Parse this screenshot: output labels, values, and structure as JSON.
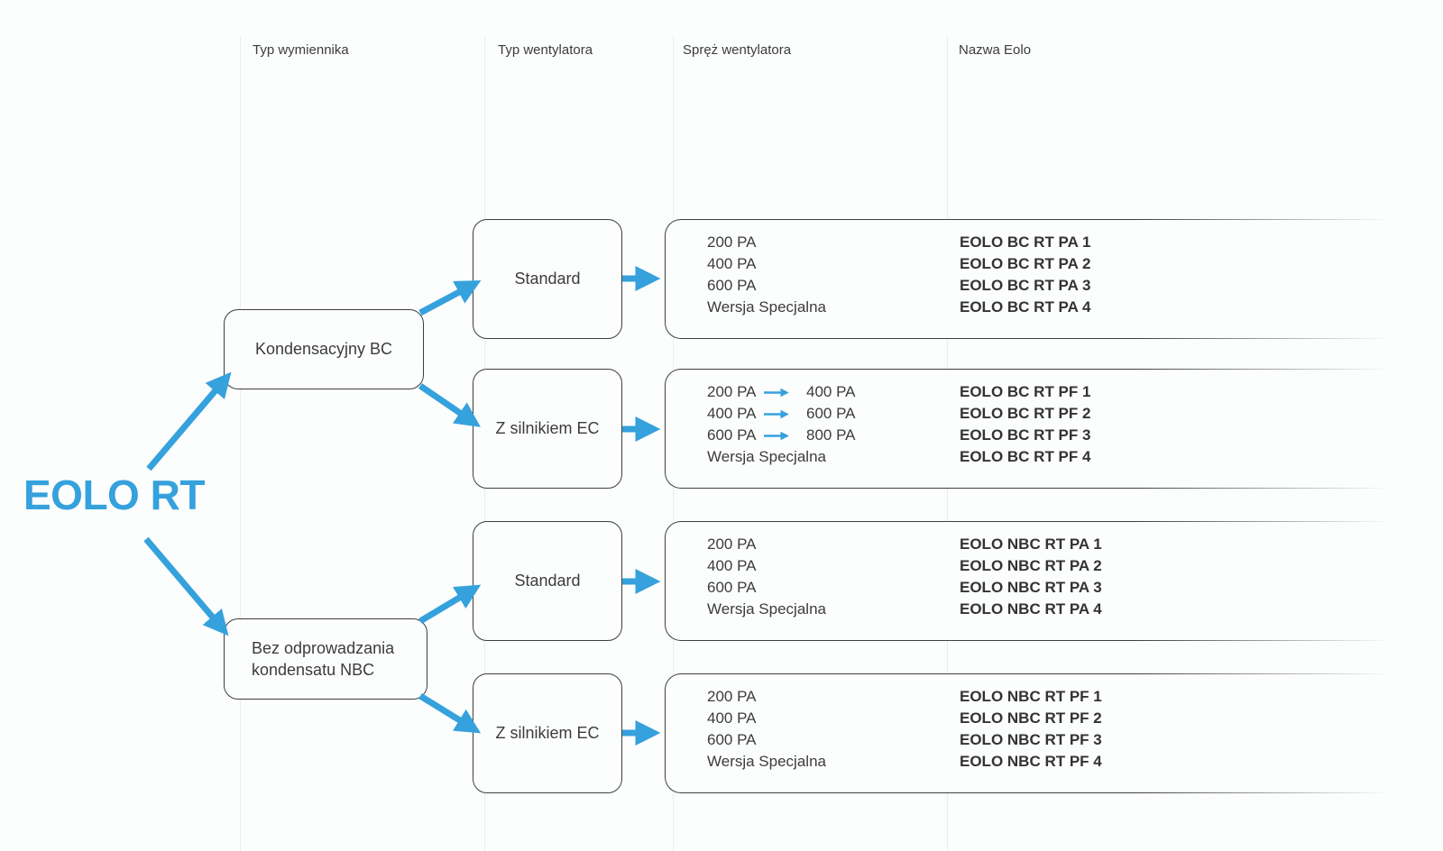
{
  "title": "EOLO RT",
  "colors": {
    "accent": "#35a1dd",
    "box_border": "#3e3e3e",
    "text": "#3c3c3c",
    "divider": "#ebeded"
  },
  "columns": [
    "Typ wymiennika",
    "Typ wentylatora",
    "Spręż wentylatora",
    "Nazwa Eolo"
  ],
  "exchangers": {
    "bc": {
      "label": "Kondensacyjny BC"
    },
    "nbc": {
      "line1": "Bez odprowadzania",
      "line2": "kondensatu NBC"
    }
  },
  "branches": [
    {
      "fan": "Standard",
      "rows": [
        {
          "pressure": "200 PA",
          "name": "EOLO BC RT PA 1"
        },
        {
          "pressure": "400 PA",
          "name": "EOLO BC RT PA 2"
        },
        {
          "pressure": "600 PA",
          "name": "EOLO BC RT PA 3"
        },
        {
          "pressure": "Wersja Specjalna",
          "name": "EOLO BC RT PA 4"
        }
      ]
    },
    {
      "fan": "Z silnikiem EC",
      "rows": [
        {
          "pressure": "200 PA",
          "pressure2": "400 PA",
          "name": "EOLO BC RT PF 1"
        },
        {
          "pressure": "400 PA",
          "pressure2": "600 PA",
          "name": "EOLO BC RT PF 2"
        },
        {
          "pressure": "600 PA",
          "pressure2": "800 PA",
          "name": "EOLO BC RT PF 3"
        },
        {
          "pressure": "Wersja Specjalna",
          "name": "EOLO BC RT PF 4"
        }
      ]
    },
    {
      "fan": "Standard",
      "rows": [
        {
          "pressure": "200 PA",
          "name": "EOLO NBC RT PA 1"
        },
        {
          "pressure": "400 PA",
          "name": "EOLO NBC RT PA 2"
        },
        {
          "pressure": "600 PA",
          "name": "EOLO NBC RT PA 3"
        },
        {
          "pressure": "Wersja Specjalna",
          "name": "EOLO NBC RT PA 4"
        }
      ]
    },
    {
      "fan": "Z silnikiem EC",
      "rows": [
        {
          "pressure": "200 PA",
          "name": "EOLO NBC RT PF 1"
        },
        {
          "pressure": "400 PA",
          "name": "EOLO NBC RT PF 2"
        },
        {
          "pressure": "600 PA",
          "name": "EOLO NBC RT PF 3"
        },
        {
          "pressure": "Wersja Specjalna",
          "name": "EOLO NBC RT PF 4"
        }
      ]
    }
  ]
}
